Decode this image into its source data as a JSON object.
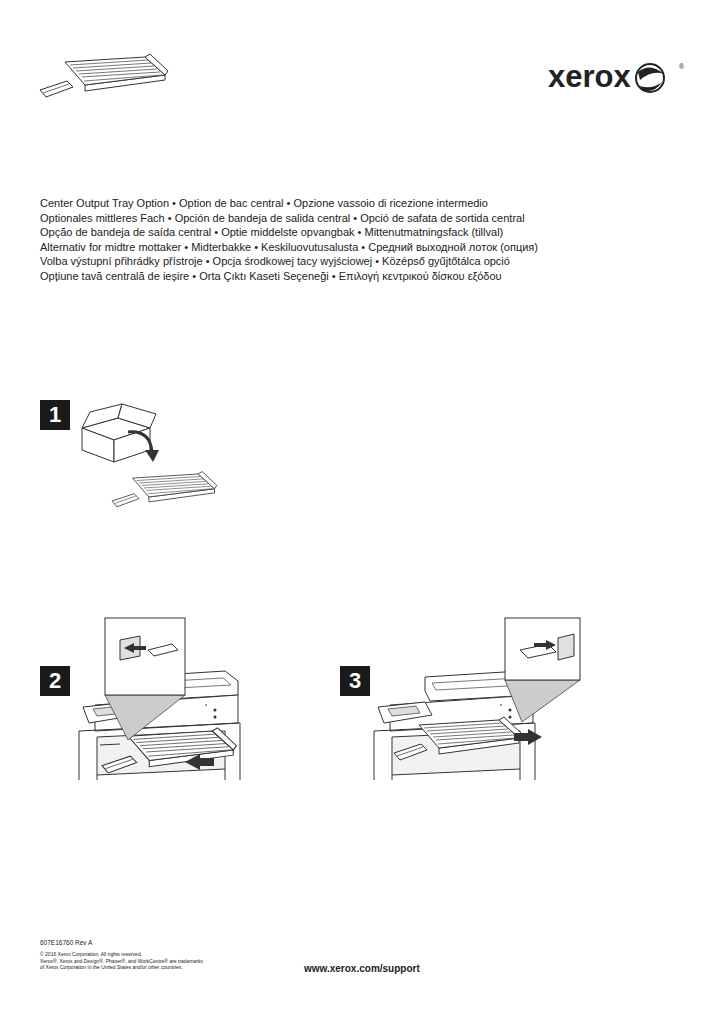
{
  "diagram": {
    "nodes": [
      {
        "text": [
          "1"
        ]
      },
      {
        "text": [
          "2"
        ]
      },
      {
        "text": [
          "3"
        ]
      }
    ],
    "labels": [
      "xerox",
      "®",
      "Center Output Tray Option • Option de bac central • Opzione vassoio di ricezione intermedio",
      "Optionales mittleres Fach • Opción de bandeja de salida central • Opció de safata de sortida central",
      "Opção de bandeja de saída central • Optie middelste opvangbak • Mittenutmatningsfack (tillval)",
      "Alternativ for midtre mottaker • Midterbakke • Keskiluovutusalusta • Средний выходной лоток (опция)",
      "Volba výstupní přihrádky přístroje • Opcja środkowej tacy wyjściowej • Középső gyűjtőtálca opció",
      "Opțiune tavă centrală de ieșire • Orta Çıktı Kaseti Seçeneği • Επιλογή κεντρικού δίσκου εξόδου",
      "607E16760 Rev A",
      "© 2016 Xerox Corporation. All rights reserved.",
      "Xerox®, Xerox and Design®, Phaser®, and WorkCentre® are trademarks",
      "of Xerox Corporation in the United States and/or other countries.",
      "www.xerox.com/support"
    ]
  }
}
